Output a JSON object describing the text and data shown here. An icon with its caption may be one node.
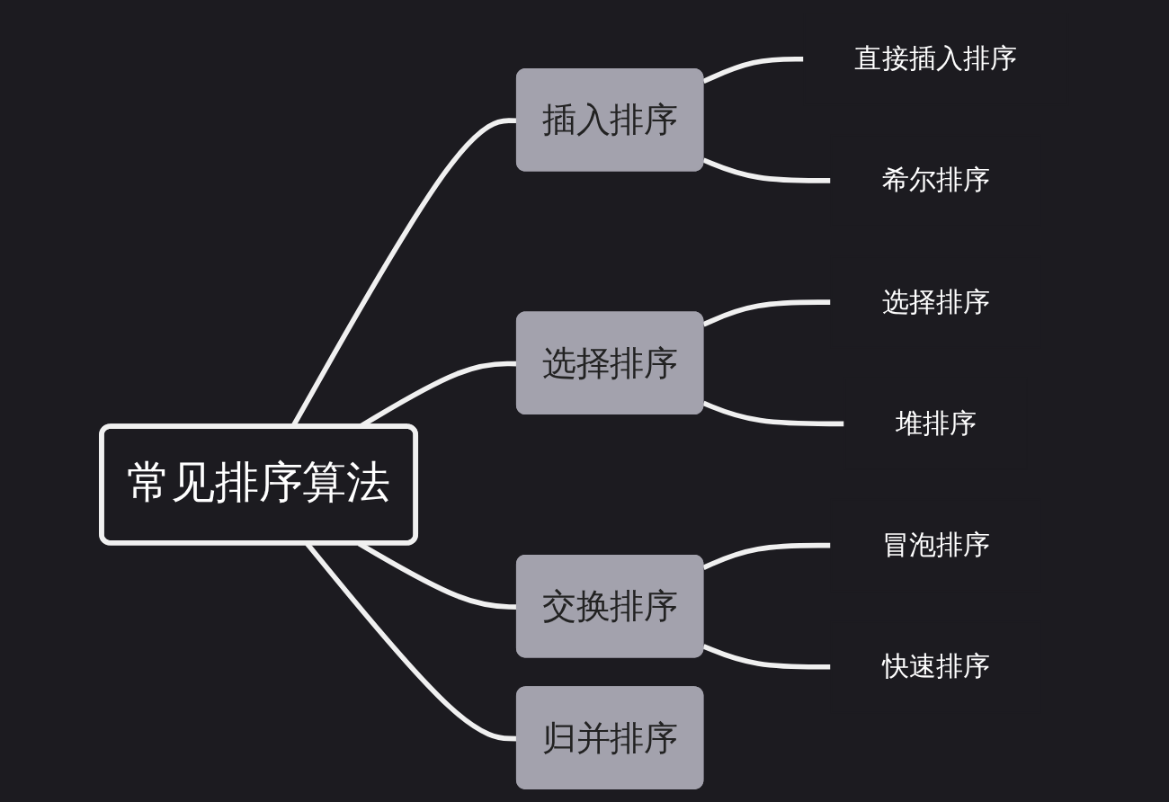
{
  "diagram": {
    "nodes": [
      {
        "text": [
          "常见排序算法"
        ]
      },
      {
        "text": [
          "插入排序"
        ]
      },
      {
        "text": [
          "直接插入排序"
        ]
      },
      {
        "text": [
          "希尔排序"
        ]
      },
      {
        "text": [
          "选择排序"
        ]
      },
      {
        "text": [
          "选择排序"
        ]
      },
      {
        "text": [
          "堆排序"
        ]
      },
      {
        "text": [
          "交换排序"
        ]
      },
      {
        "text": [
          "冒泡排序"
        ]
      },
      {
        "text": [
          "快速排序"
        ]
      },
      {
        "text": [
          "归并排序"
        ]
      }
    ],
    "edges": [
      {
        "from": 0,
        "to": 1,
        "arrow": "none"
      },
      {
        "from": 0,
        "to": 4,
        "arrow": "none"
      },
      {
        "from": 0,
        "to": 7,
        "arrow": "none"
      },
      {
        "from": 0,
        "to": 10,
        "arrow": "none"
      },
      {
        "from": 1,
        "to": 2,
        "arrow": "none"
      },
      {
        "from": 1,
        "to": 3,
        "arrow": "none"
      },
      {
        "from": 4,
        "to": 5,
        "arrow": "none"
      },
      {
        "from": 4,
        "to": 6,
        "arrow": "none"
      },
      {
        "from": 7,
        "to": 8,
        "arrow": "none"
      },
      {
        "from": 7,
        "to": 9,
        "arrow": "none"
      }
    ]
  }
}
